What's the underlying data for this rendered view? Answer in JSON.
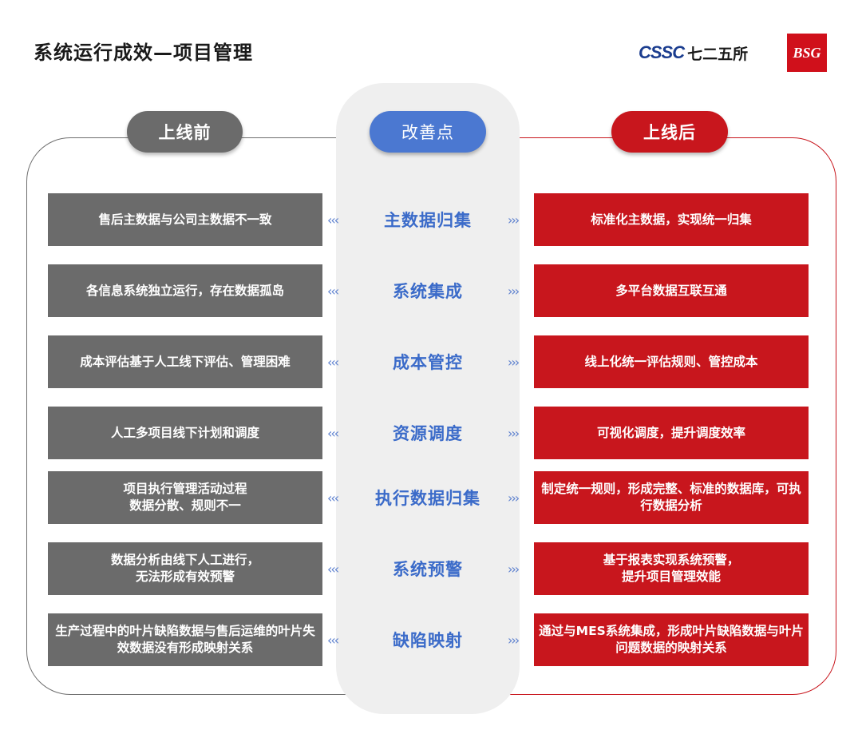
{
  "header": {
    "title": "系统运行成效—项目管理",
    "logo_cssc": "CSSC",
    "logo_cn": "七二五所",
    "logo_bsg": "BSG"
  },
  "columns": {
    "before": "上线前",
    "center": "改善点",
    "after": "上线后"
  },
  "arrows": {
    "left": "‹‹‹",
    "right": "›››"
  },
  "rows": [
    {
      "before": "售后主数据与公司主数据不一致",
      "point": "主数据归集",
      "after": "标准化主数据，实现统一归集"
    },
    {
      "before": "各信息系统独立运行，存在数据孤岛",
      "point": "系统集成",
      "after": "多平台数据互联互通"
    },
    {
      "before": "成本评估基于人工线下评估、管理困难",
      "point": "成本管控",
      "after": "线上化统一评估规则、管控成本"
    },
    {
      "before": "人工多项目线下计划和调度",
      "point": "资源调度",
      "after": "可视化调度，提升调度效率"
    },
    {
      "before": "项目执行管理活动过程\n数据分散、规则不一",
      "point": "执行数据归集",
      "after": "制定统一规则，形成完整、标准的数据库，可执行数据分析"
    },
    {
      "before": "数据分析由线下人工进行，\n无法形成有效预警",
      "point": "系统预警",
      "after": "基于报表实现系统预警，\n提升项目管理效能"
    },
    {
      "before": "生产过程中的叶片缺陷数据与售后运维的叶片失效数据没有形成映射关系",
      "point": "缺陷映射",
      "after": "通过与MES系统集成，形成叶片缺陷数据与叶片问题数据的映射关系"
    }
  ]
}
